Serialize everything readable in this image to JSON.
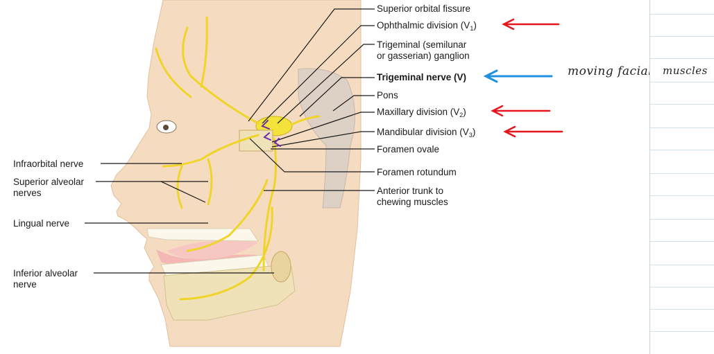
{
  "labels_right": {
    "superior_orbital_fissure": "Superior orbital fissure",
    "ophthalmic": {
      "text": "Ophthalmic division (V",
      "sub": "1",
      "close": ")"
    },
    "trigeminal_ganglion_1": "Trigeminal (semilunar",
    "trigeminal_ganglion_2": "or gasserian) ganglion",
    "trigeminal_nerve": "Trigeminal nerve (V)",
    "pons": "Pons",
    "maxillary": {
      "text": "Maxillary division (V",
      "sub": "2",
      "close": ")"
    },
    "mandibular": {
      "text": "Mandibular division (V",
      "sub": "3",
      "close": ")"
    },
    "foramen_ovale": "Foramen ovale",
    "foramen_rotundum": "Foramen rotundum",
    "anterior_trunk_1": "Anterior trunk to",
    "anterior_trunk_2": "chewing muscles"
  },
  "labels_left": {
    "infraorbital": "Infraorbital nerve",
    "superior_alveolar_1": "Superior alveolar",
    "superior_alveolar_2": "nerves",
    "lingual": "Lingual nerve",
    "inferior_alveolar_1": "Inferior alveolar",
    "inferior_alveolar_2": "nerve"
  },
  "handwritten_note": {
    "word1": "moving facial",
    "word2": "muscles"
  },
  "colors": {
    "skin": "#f5dcc0",
    "nerve": "#f2e23a",
    "nerve_outline": "#c9b21a",
    "bone": "#efe2b8",
    "red_arrow": "#e8141b",
    "blue_arrow": "#1f8fe0",
    "purple_mark": "#6a2bb0"
  }
}
